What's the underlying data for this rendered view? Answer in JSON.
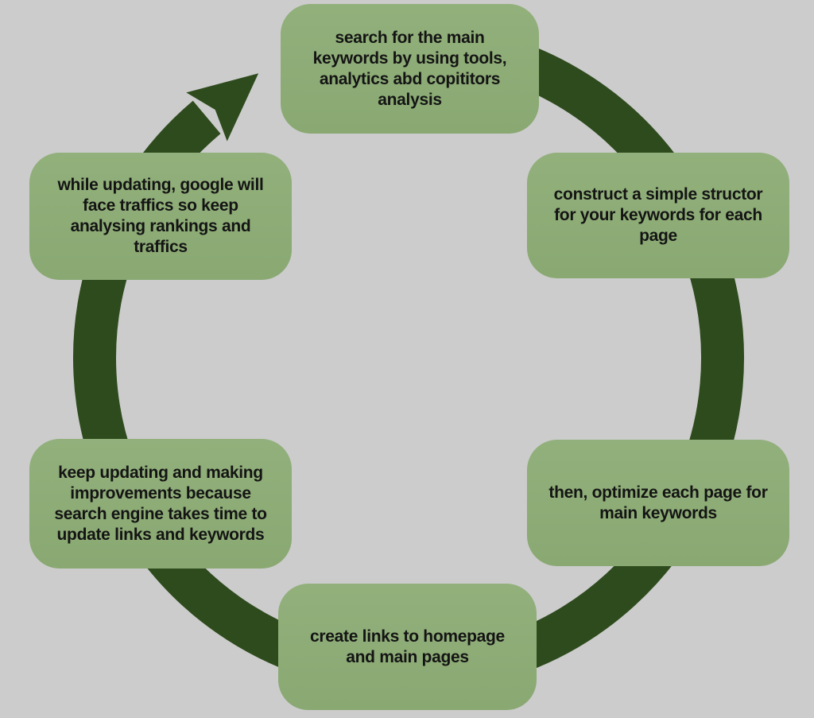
{
  "diagram": {
    "type": "cycle",
    "background_color": "#cccccc",
    "ring_color": "#2e4b1d",
    "box_color": "#8dac76",
    "text_color": "#141414",
    "steps": [
      {
        "id": "search-keywords",
        "position": "top",
        "text": "search for the main\nkeywords by using tools,\nanalytics abd copititors\nanalysis"
      },
      {
        "id": "construct-structure",
        "position": "right-top",
        "text": "construct a simple structor\nfor your keywords for each\npage"
      },
      {
        "id": "optimize-pages",
        "position": "right-bottom",
        "text": "then, optimize each page for\nmain keywords"
      },
      {
        "id": "create-links",
        "position": "bottom",
        "text": "create links to homepage\nand main pages"
      },
      {
        "id": "keep-updating",
        "position": "left-bottom",
        "text": "keep updating and making\nimprovements because\nsearch engine takes time to\nupdate links and keywords"
      },
      {
        "id": "analyse-rankings",
        "position": "left-top",
        "text": "while updating, google will\nface traffics so keep\nanalysing rankings and\ntraffics"
      }
    ]
  }
}
